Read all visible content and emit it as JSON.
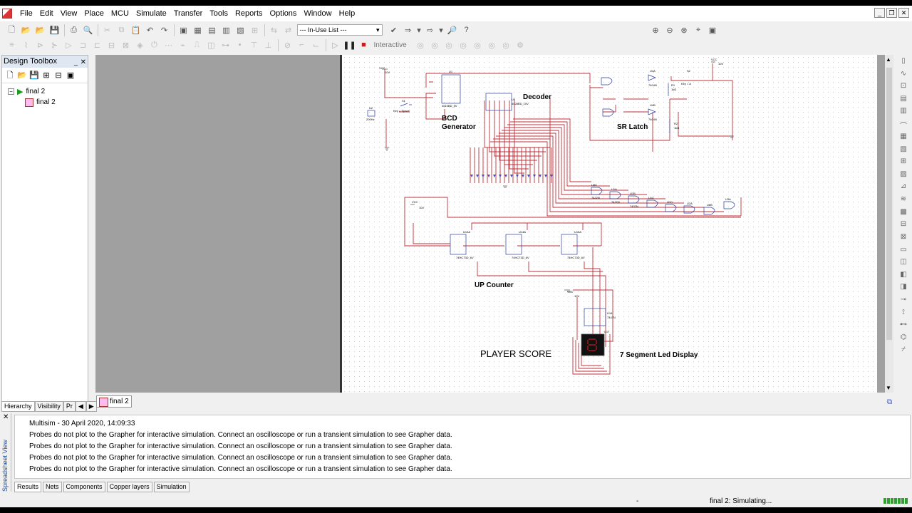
{
  "menu": [
    "File",
    "Edit",
    "View",
    "Place",
    "MCU",
    "Simulate",
    "Transfer",
    "Tools",
    "Reports",
    "Options",
    "Window",
    "Help"
  ],
  "toolbar": {
    "inuse": "--- In-Use List ---",
    "interactive": "Interactive"
  },
  "toolbox": {
    "title": "Design Toolbox",
    "root": "final 2",
    "child": "final 2",
    "tabs": [
      "Hierarchy",
      "Visibility",
      "Pr"
    ]
  },
  "doc_tab": "final 2",
  "schematic": {
    "decoder": "Decoder",
    "bcd1": "BCD",
    "bcd2": "Generator",
    "sr_latch": "SR Latch",
    "up_counter": "UP Counter",
    "player_score": "PLAYER SCORE",
    "seven_seg": "7 Segment Led Display",
    "vcc": "VCC",
    "v10": "10V",
    "u1": "U1",
    "u1_part": "4510BD_5V",
    "u5": "U5",
    "u5_part": "4028BD_10V",
    "u2": "U2",
    "u2_freq": "200Hz",
    "s1": "S1",
    "s1_key": "Key = Space",
    "s2": "S2",
    "s2_key": "Key = A",
    "r1": "R1",
    "r2": "R2",
    "r_val": "1kΩ",
    "u4a": "U4A",
    "u4b": "U4B",
    "u4_part": "7404N",
    "gate_labels": [
      "U8C",
      "U1A",
      "U1B",
      "U1C",
      "U1D",
      "U2A",
      "U6B",
      "U3A"
    ],
    "gate_part": "7432N",
    "u13a": "U13A",
    "u14a": "U14A",
    "u15a": "U15A",
    "ff_part": "74HC73D_6V",
    "u16": "U16",
    "u16_part": "7447N",
    "u17": "U17"
  },
  "results": {
    "tab_label": "Spreadsheet View",
    "header": "Multisim  -  30 April 2020, 14:09:33",
    "lines": [
      "Probes do not plot to the Grapher for interactive simulation. Connect an oscilloscope or run a transient simulation to see Grapher data.",
      "Probes do not plot to the Grapher for interactive simulation. Connect an oscilloscope or run a transient simulation to see Grapher data.",
      "Probes do not plot to the Grapher for interactive simulation. Connect an oscilloscope or run a transient simulation to see Grapher data.",
      "Probes do not plot to the Grapher for interactive simulation. Connect an oscilloscope or run a transient simulation to see Grapher data."
    ],
    "tabs": [
      "Results",
      "Nets",
      "Components",
      "Copper layers",
      "Simulation"
    ]
  },
  "status": {
    "dash": "-",
    "message": "final 2: Simulating..."
  },
  "colors": {
    "wire": "#c0303a",
    "part": "#2a3f9e",
    "led": "#3a4fd0"
  }
}
